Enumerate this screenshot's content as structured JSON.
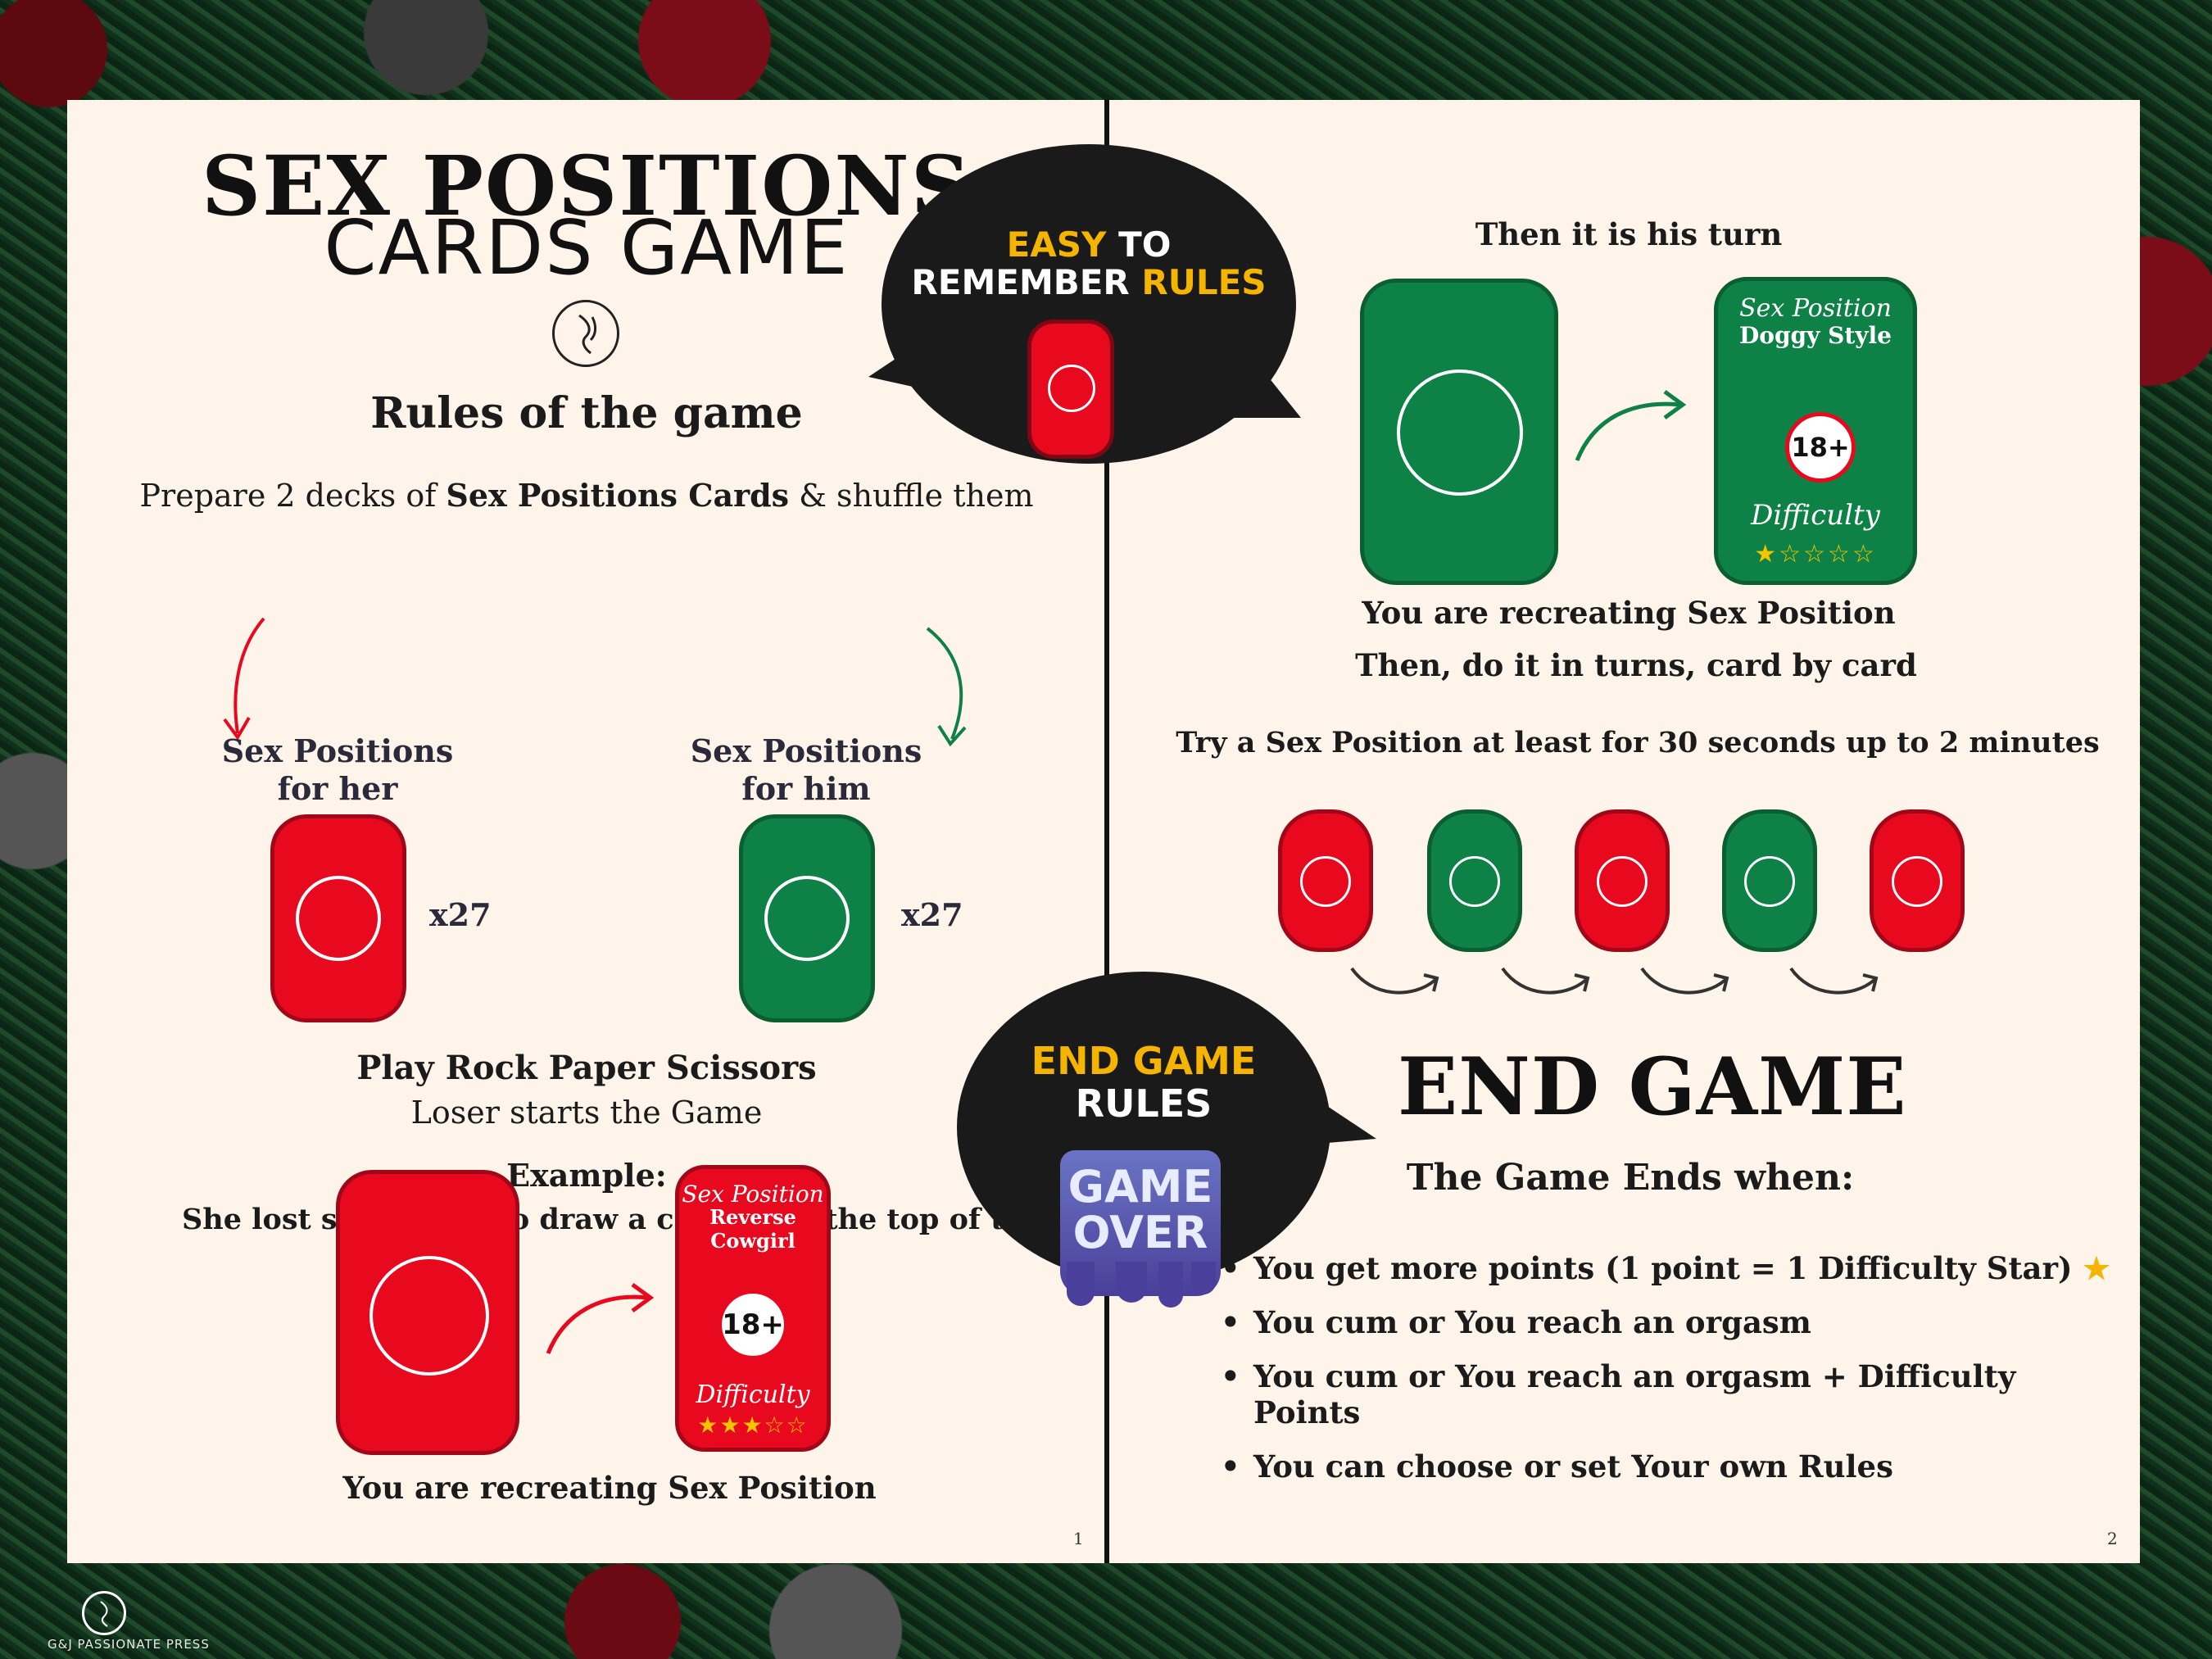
{
  "page1": {
    "title_line1": "SEX POSITIONS",
    "title_line2": "CARDS GAME",
    "rules_heading": "Rules of the game",
    "prepare_pre": "Prepare 2 decks of ",
    "prepare_bold": "Sex Positions Cards",
    "prepare_post": " & shuffle them",
    "her_label_1": "Sex Positions",
    "her_label_2": "for her",
    "him_label_1": "Sex Positions",
    "him_label_2": "for him",
    "her_count": "x27",
    "him_count": "x27",
    "rps": "Play Rock Paper Scissors",
    "loser": "Loser starts the Game",
    "example_label": "Example:",
    "example_text": "She lost so she has to draw a card from the top of the",
    "card_script": "Sex Position",
    "card_name": "Reverse Cowgirl",
    "card_badge": "18+",
    "card_difficulty": "Difficulty",
    "card_stars": "★★★☆☆",
    "recreating": "You are recreating Sex Position",
    "page_number": "1"
  },
  "bubble_top": {
    "word1": "EASY",
    "word2": "TO",
    "word3": "REMEMBER",
    "word4": "RULES"
  },
  "bubble_bottom": {
    "line1": "END GAME",
    "line2": "RULES",
    "sticker_line1": "GAME",
    "sticker_line2": "OVER"
  },
  "page2": {
    "his_turn": "Then it is his turn",
    "card_script": "Sex Position",
    "card_name": "Doggy Style",
    "card_badge": "18+",
    "card_difficulty": "Difficulty",
    "card_stars": "★☆☆☆☆",
    "recreating": "You are recreating Sex Position",
    "turns": "Then, do it in turns, card by card",
    "try": "Try a Sex Position at least for 30 seconds up to 2 minutes",
    "end_title": "END GAME",
    "ends_when": "The Game Ends when:",
    "bullets": [
      "You get more points (1 point = 1 Difficulty Star)",
      "You cum or You reach an orgasm",
      "You cum or You reach an orgasm + Difficulty Points",
      "You can choose or set Your own Rules"
    ],
    "page_number": "2"
  },
  "brand": "G&J PASSIONATE PRESS",
  "colors": {
    "red_card": "#e8091f",
    "green_card": "#0e8246",
    "page_bg": "#fef4ea",
    "accent_yellow": "#f4b400"
  }
}
